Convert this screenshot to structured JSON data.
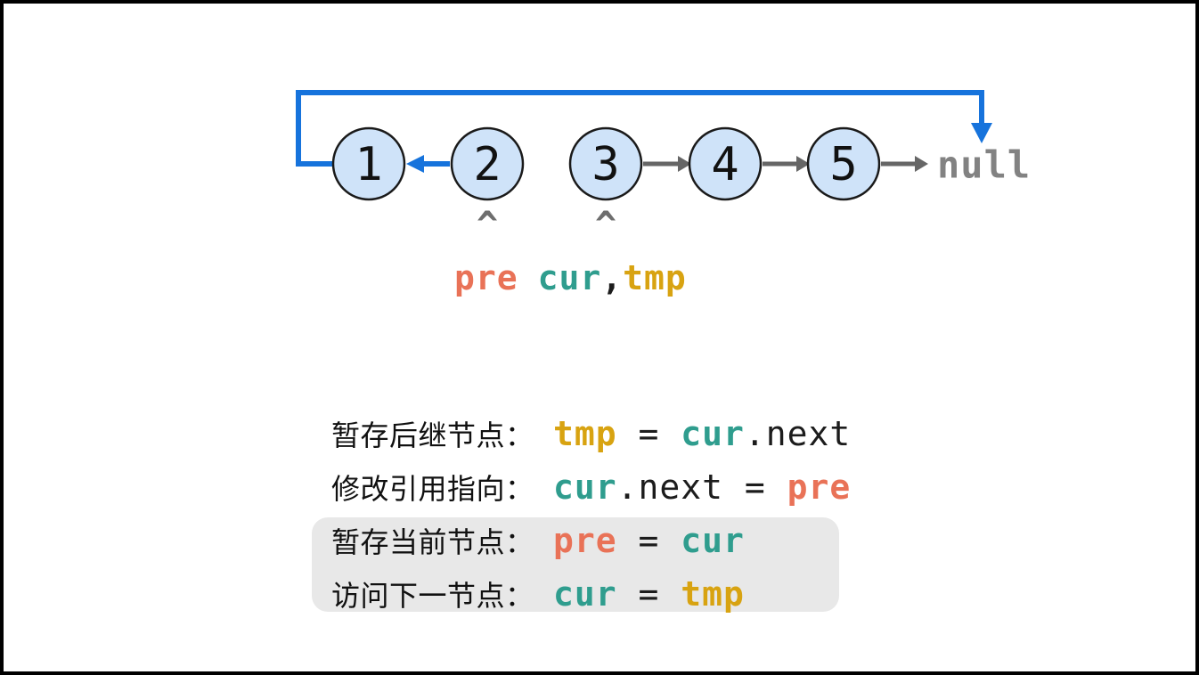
{
  "diagram": {
    "nodes": [
      "1",
      "2",
      "3",
      "4",
      "5"
    ],
    "null_label": "null",
    "caret": "^",
    "pointers": {
      "pre": "pre",
      "cur": "cur",
      "comma": ",",
      "tmp": "tmp"
    }
  },
  "steps": [
    {
      "label": "暂存后继节点：",
      "t0": "tmp",
      "t1": " = ",
      "t2": "cur",
      "t3": ".next"
    },
    {
      "label": "修改引用指向：",
      "t0": "cur",
      "t1": ".next",
      "t2": " = ",
      "t3": "pre"
    },
    {
      "label": "暂存当前节点：",
      "t0": "pre",
      "t1": " = ",
      "t2": "cur",
      "t3": ""
    },
    {
      "label": "访问下一节点：",
      "t0": "cur",
      "t1": " = ",
      "t2": "tmp",
      "t3": ""
    }
  ],
  "colors": {
    "pre": "#e97257",
    "cur": "#2f9d8e",
    "tmp": "#d8a311",
    "link_blue": "#1673dc",
    "link_gray": "#666666",
    "node_fill": "#cfe3f9",
    "null_gray": "#828282",
    "highlight_bg": "#e8e8e8"
  }
}
